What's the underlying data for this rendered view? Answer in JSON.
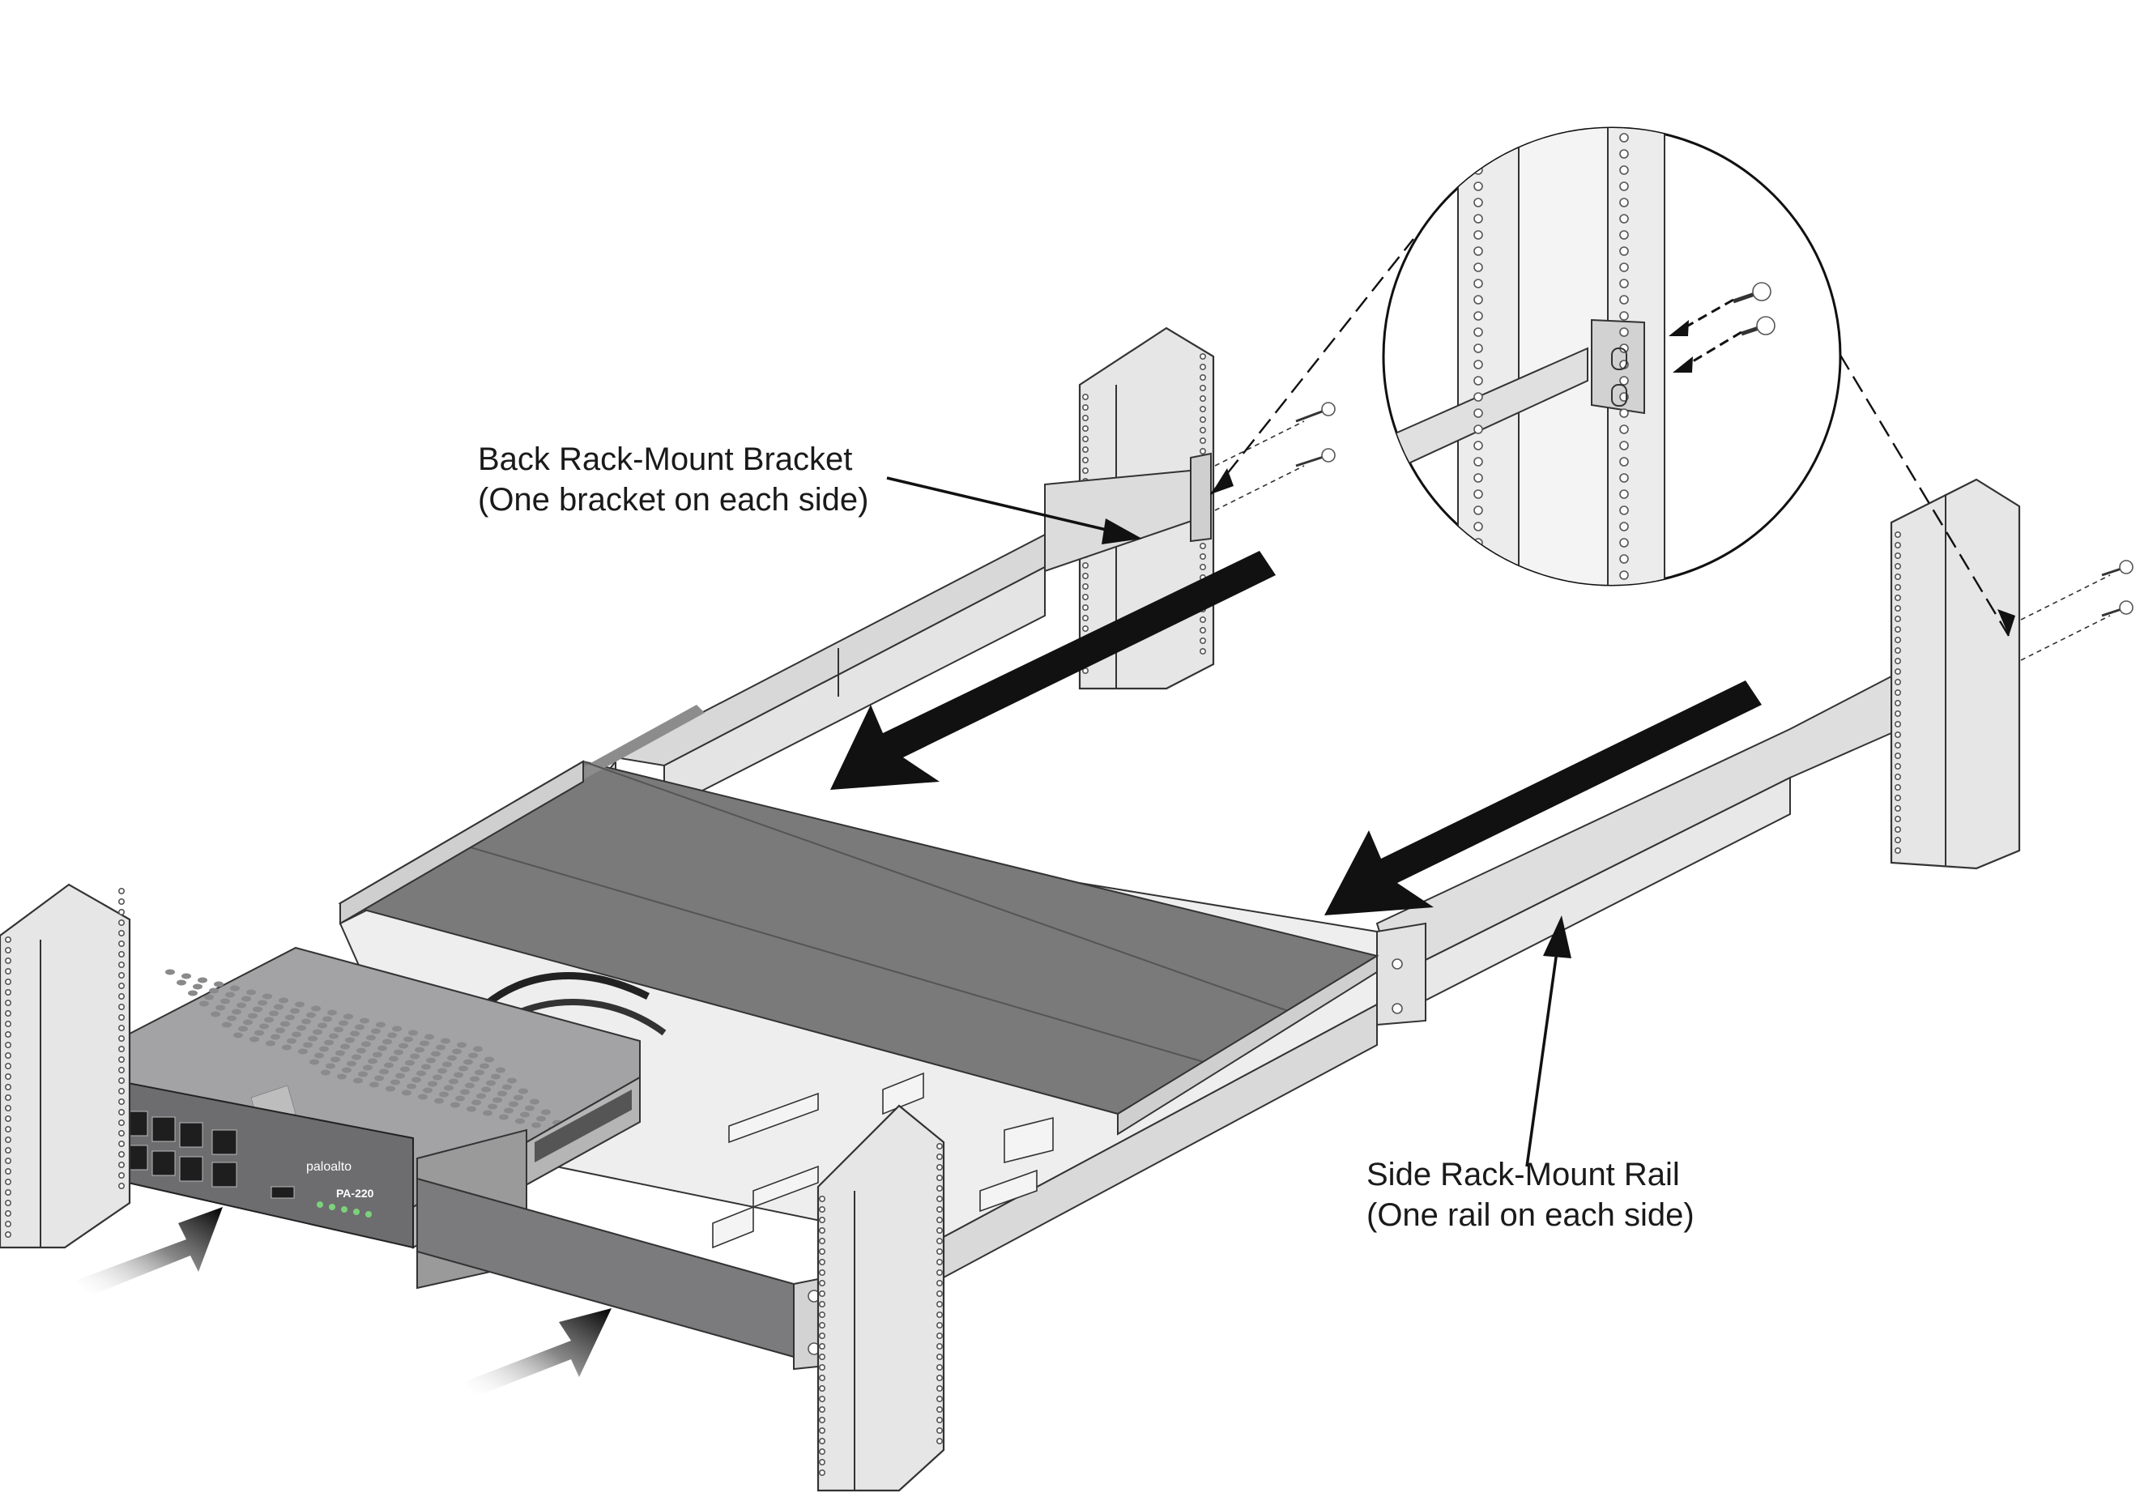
{
  "callouts": {
    "back_bracket": {
      "line1": "Back Rack-Mount Bracket",
      "line2": "(One bracket on each side)"
    },
    "side_rail": {
      "line1": "Side Rack-Mount Rail",
      "line2": "(One rail on each side)"
    }
  },
  "device": {
    "brand_logo_text": "paloalto",
    "model_label": "PA-220"
  },
  "colors": {
    "post_fill": "#e6e6e6",
    "rail_fill": "#d9d9d9",
    "cover_fill": "#7a7a7b",
    "device_fill": "#9a9a9c",
    "arrow": "#111111"
  }
}
